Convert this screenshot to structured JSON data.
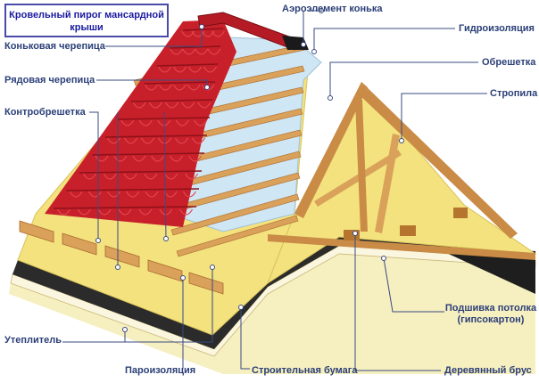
{
  "title": {
    "line1": "Кровельный пирог мансардной",
    "line2": "крыши"
  },
  "labels": {
    "ridge_tile": "Коньковая черепица",
    "row_tile": "Рядовая черепица",
    "counter_batten": "Контробрешетка",
    "ridge_aero": "Аэроэлемент конька",
    "waterproofing": "Гидроизоляция",
    "batten": "Обрешетка",
    "rafters": "Стропила",
    "insulation": "Утеплитель",
    "vapor_barrier": "Пароизоляция",
    "building_paper": "Строительная бумага",
    "ceiling_lining_1": "Подшивка потолка",
    "ceiling_lining_2": "(гипсокартон)",
    "wooden_beam": "Деревянный брус"
  },
  "colors": {
    "tile_red": "#c8202a",
    "tile_dark": "#8e1119",
    "wood": "#d9a15a",
    "wood_dark": "#a8692e",
    "insulation": "#f3e27e",
    "insulation_dark": "#d9c25a",
    "membrane": "#cfe6f4",
    "vapor": "#2b2b2b",
    "leader": "#3a4b82",
    "label": "#2b3f78"
  }
}
